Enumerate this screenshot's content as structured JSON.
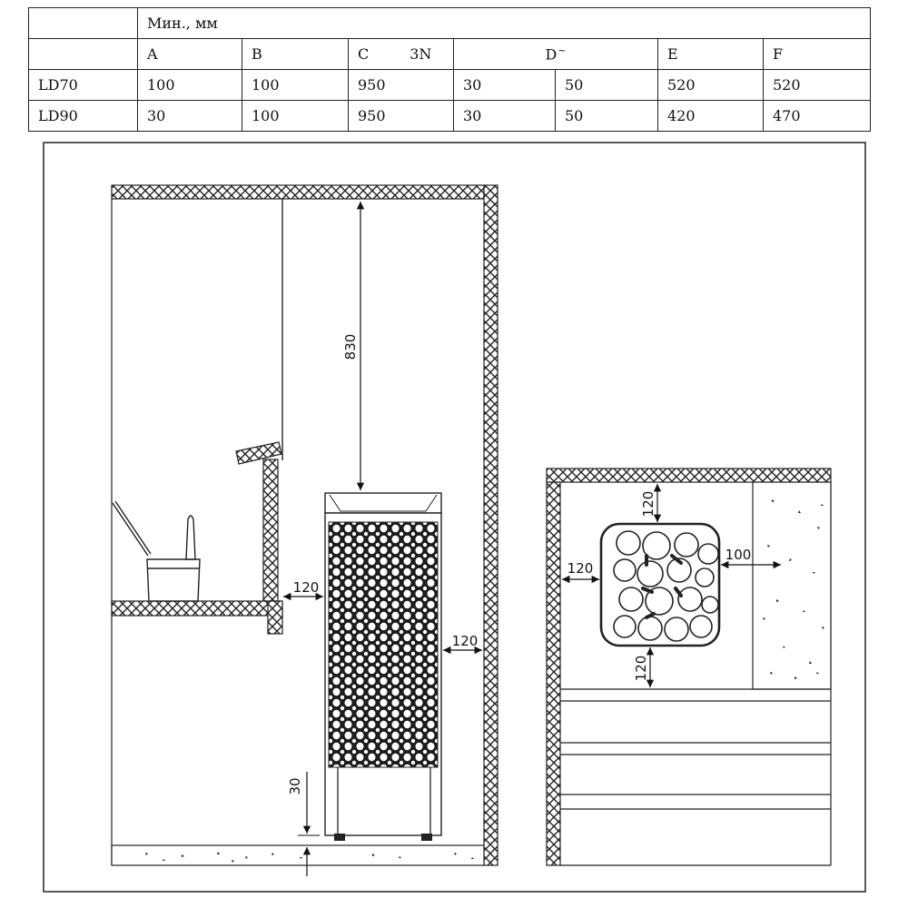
{
  "table": {
    "header_label": "Мин., мм",
    "columns": [
      "A",
      "B",
      "C",
      "D",
      "E",
      "F"
    ],
    "c_suffix": "3N",
    "d_suffix": "~",
    "rows": [
      {
        "model": "LD70",
        "values": [
          "100",
          "100",
          "950",
          "30",
          "50",
          "520",
          "520"
        ]
      },
      {
        "model": "LD90",
        "values": [
          "30",
          "100",
          "950",
          "30",
          "50",
          "420",
          "470"
        ]
      }
    ]
  },
  "side_view": {
    "dim_top": "830",
    "dim_bench": "120",
    "dim_wall": "120",
    "dim_floor": "30"
  },
  "top_view": {
    "dim_top": "120",
    "dim_left": "120",
    "dim_right": "100",
    "dim_bottom": "120"
  }
}
